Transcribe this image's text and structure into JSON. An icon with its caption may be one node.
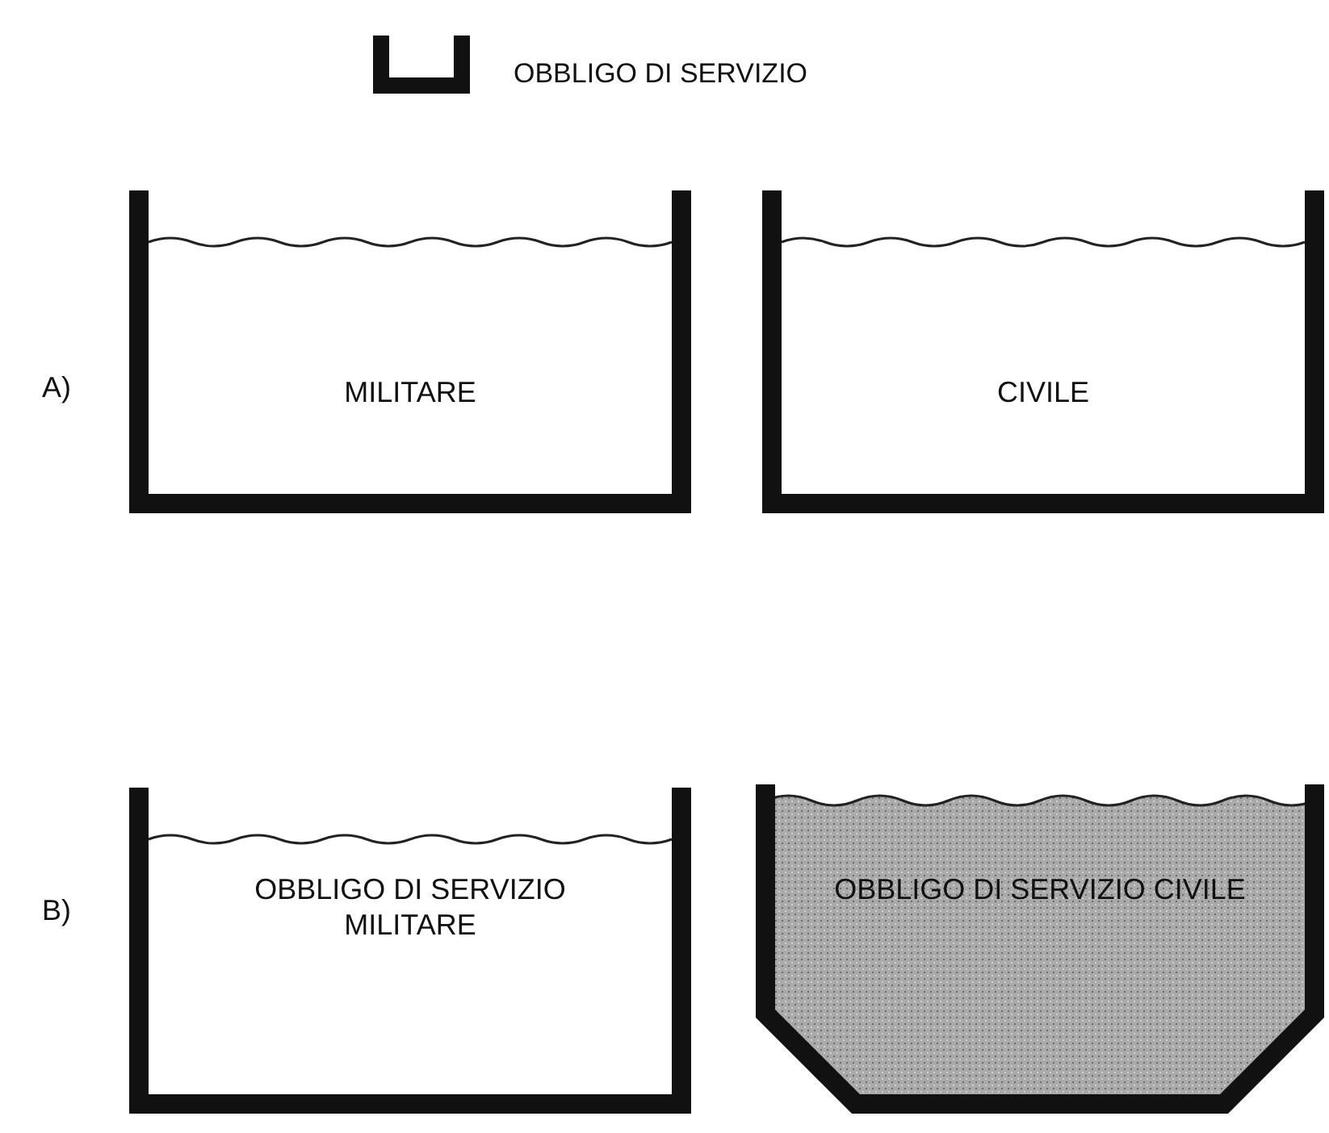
{
  "diagram": {
    "nodes": [
      {
        "text": [
          "MILITARE"
        ]
      },
      {
        "text": [
          "CIVILE"
        ]
      },
      {
        "text": [
          "OBBLIGO DI SERVIZIO MILITARE"
        ]
      },
      {
        "text": [
          "OBBLIGO DI SERVIZIO CIVILE"
        ]
      }
    ],
    "labels": [
      "A)",
      "B)"
    ],
    "legend": [
      {
        "text": "OBBLIGO DI SERVIZIO"
      }
    ]
  }
}
